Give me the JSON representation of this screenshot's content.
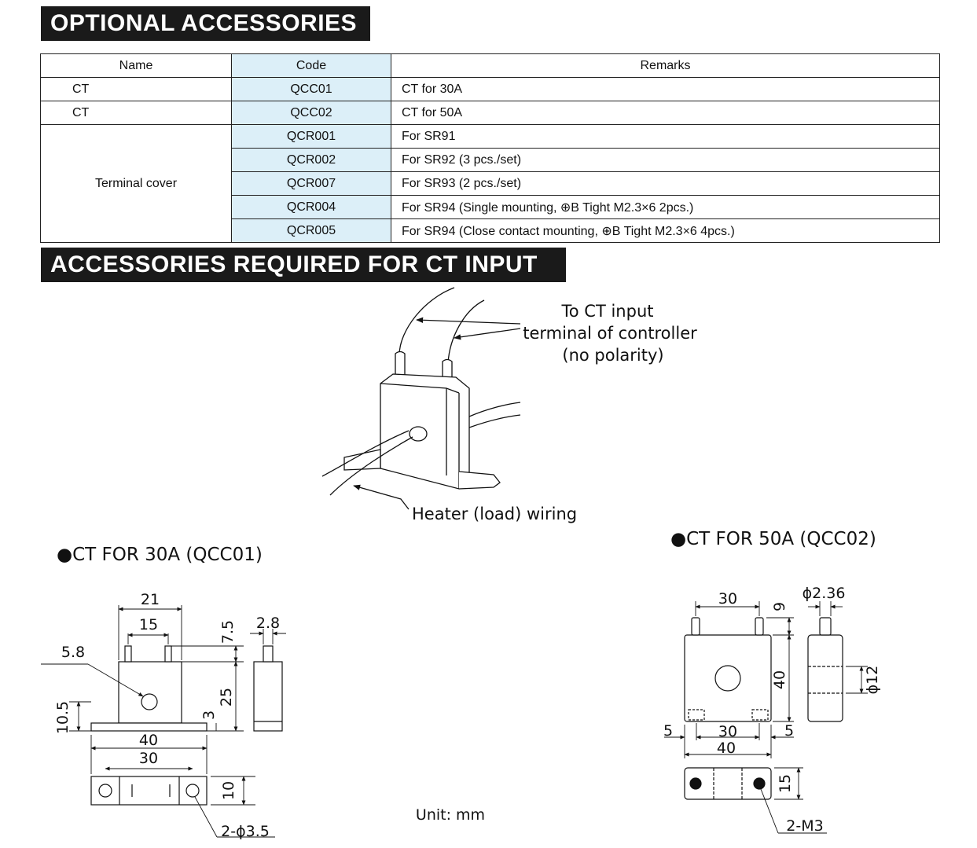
{
  "sections": {
    "optional_title": "OPTIONAL ACCESSORIES",
    "required_title": "ACCESSORIES REQUIRED FOR CT INPUT"
  },
  "table": {
    "headers": [
      "Name",
      "Code",
      "Remarks"
    ],
    "groups": [
      {
        "name": "CT",
        "rows": [
          {
            "code": "QCC01",
            "remarks": "CT for 30A"
          }
        ]
      },
      {
        "name": "CT",
        "rows": [
          {
            "code": "QCC02",
            "remarks": "CT for 50A"
          }
        ]
      },
      {
        "name": "Terminal cover",
        "rows": [
          {
            "code": "QCR001",
            "remarks": "For SR91"
          },
          {
            "code": "QCR002",
            "remarks": "For SR92 (3 pcs./set)"
          },
          {
            "code": "QCR007",
            "remarks": "For SR93 (2 pcs./set)"
          },
          {
            "code": "QCR004",
            "remarks": "For SR94 (Single mounting, ⊕B Tight M2.3×6 2pcs.)"
          },
          {
            "code": "QCR005",
            "remarks": "For SR94 (Close contact mounting, ⊕B Tight M2.3×6 4pcs.)"
          }
        ]
      }
    ]
  },
  "illustration": {
    "ct_input_line1": "To CT input",
    "ct_input_line2": "terminal of controller",
    "ct_input_line3": "(no polarity)",
    "heater_label": "Heater (load) wiring"
  },
  "ct30": {
    "title": "●CT FOR 30A (QCC01)",
    "dims": {
      "w21": "21",
      "w15": "15",
      "h7_5": "7.5",
      "d2_8": "2.8",
      "d5_8": "5.8",
      "h25": "25",
      "h10_5": "10.5",
      "h3": "3",
      "w40": "40",
      "w30": "30",
      "h10": "10",
      "holes": "2-ϕ3.5"
    }
  },
  "ct50": {
    "title": "●CT FOR 50A (QCC02)",
    "dims": {
      "w30": "30",
      "h9": "9",
      "pin": "ϕ2.36",
      "h40": "40",
      "dia12": "ϕ12",
      "m5l": "5",
      "w30b": "30",
      "m5r": "5",
      "w40": "40",
      "h15": "15",
      "holes": "2-M3"
    }
  },
  "unit": "Unit: mm"
}
